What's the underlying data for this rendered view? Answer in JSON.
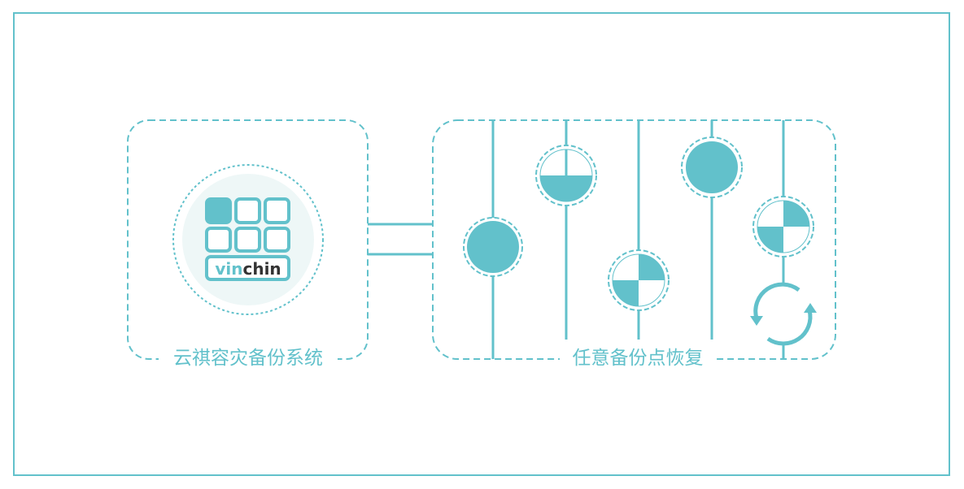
{
  "colors": {
    "accent": "#62c1cb",
    "logo_bg": "#eef7f7",
    "logo_text_dark": "#333333"
  },
  "left_panel": {
    "label": "云祺容灾备份系统",
    "logo_text_a": "vin",
    "logo_text_b": "chin"
  },
  "right_panel": {
    "label": "任意备份点恢复"
  },
  "icons": [
    "backup-point-full",
    "backup-point-half",
    "backup-point-quarter",
    "backup-point-full",
    "backup-point-quarter",
    "refresh-icon"
  ]
}
